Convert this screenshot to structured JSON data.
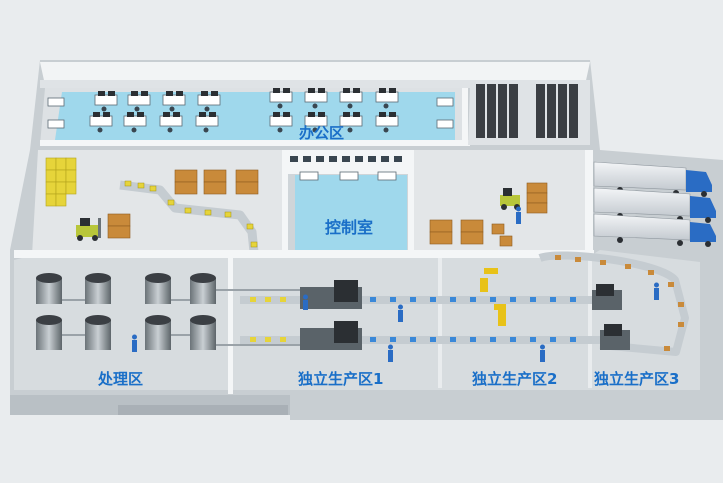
{
  "zones": {
    "office": "办公区",
    "control_room": "控制室",
    "processing": "处理区",
    "production_1": "独立生产区1",
    "production_2": "独立生产区2",
    "production_3": "独立生产区3"
  },
  "colors": {
    "floor": "#d7dcdf",
    "wall": "#f4f6f7",
    "water_blue": "#9fd8ec",
    "label_blue": "#1a6fc8",
    "box_orange": "#c98a3a",
    "crate_yellow": "#e6d43a",
    "truck_blue": "#2a6cc4"
  },
  "icons": [
    "desk-icon",
    "server-rack-icon",
    "forklift-icon",
    "truck-icon",
    "robot-arm-icon",
    "tank-icon",
    "worker-icon",
    "conveyor-icon"
  ]
}
